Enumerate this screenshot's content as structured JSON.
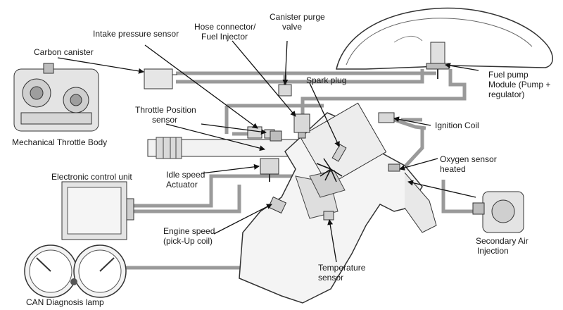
{
  "labels": {
    "carbon_canister": "Carbon canister",
    "intake_pressure_sensor": "Intake pressure sensor",
    "hose_connector_1": "Hose connector/",
    "hose_connector_2": "Fuel Injector",
    "canister_purge_1": "Canister purge",
    "canister_purge_2": "valve",
    "fuel_pump_1": "Fuel pump",
    "fuel_pump_2": "Module (Pump +",
    "fuel_pump_3": "regulator)",
    "spark_plug": "Spark plug",
    "throttle_position_1": "Throttle Position",
    "throttle_position_2": "sensor",
    "mechanical_throttle_body": "Mechanical Throttle Body",
    "ignition_coil": "Ignition Coil",
    "oxygen_sensor_1": "Oxygen sensor",
    "oxygen_sensor_2": "heated",
    "electronic_control_unit": "Electronic control unit",
    "idle_speed_1": "Idle speed",
    "idle_speed_2": "Actuator",
    "engine_speed_1": "Engine speed",
    "engine_speed_2": "(pick-Up coil)",
    "secondary_air_1": "Secondary Air",
    "secondary_air_2": "Injection",
    "temperature_1": "Temperature",
    "temperature_2": "sensor",
    "can_diagnosis": "CAN Diagnosis lamp"
  }
}
